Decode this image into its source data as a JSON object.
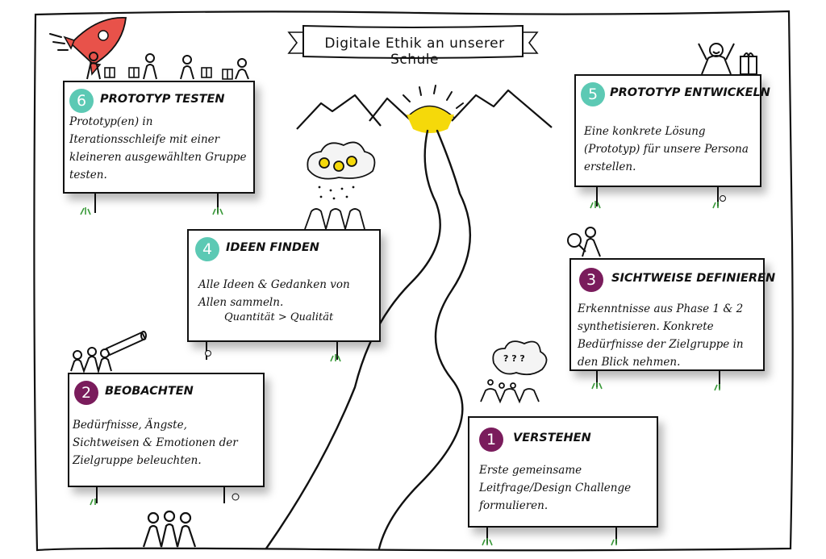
{
  "title": "Digitale Ethik an unserer Schule",
  "colors": {
    "teal": "#5cc9b4",
    "plum": "#7a1c5c",
    "sun": "#f5d90a",
    "rocket": "#e8524a"
  },
  "icons": [
    "rocket-icon",
    "sun-icon",
    "mountains-icon",
    "road-icon",
    "thought-cloud-icon",
    "telescope-icon",
    "magnifier-icon",
    "gift-icon",
    "people-icon",
    "flower-icon"
  ],
  "cloud_question": "? ? ?",
  "boards": [
    {
      "number": "1",
      "heading": "VERSTEHEN",
      "lines": [
        "Erste gemeinsame",
        "Leitfrage/Design Challenge",
        "formulieren."
      ],
      "badge": "plum"
    },
    {
      "number": "2",
      "heading": "BEOBACHTEN",
      "lines": [
        "Bedürfnisse, Ängste,",
        "Sichtweisen & Emotionen der",
        "Zielgruppe beleuchten."
      ],
      "badge": "plum"
    },
    {
      "number": "3",
      "heading": "SICHTWEISE DEFINIEREN",
      "lines": [
        "Erkenntnisse aus Phase 1 & 2",
        "synthetisieren. Konkrete",
        "Bedürfnisse der Zielgruppe in",
        "den Blick nehmen."
      ],
      "badge": "plum"
    },
    {
      "number": "4",
      "heading": "IDEEN FINDEN",
      "lines": [
        "Alle Ideen & Gedanken von",
        "Allen sammeln."
      ],
      "extra": "Quantität > Qualität",
      "badge": "teal"
    },
    {
      "number": "5",
      "heading": "PROTOTYP ENTWICKELN",
      "lines": [
        "Eine konkrete Lösung",
        "(Prototyp) für unsere Persona",
        "erstellen."
      ],
      "badge": "teal"
    },
    {
      "number": "6",
      "heading": "PROTOTYP TESTEN",
      "lines": [
        "Prototyp(en) in",
        "Iterationsschleife mit einer",
        "kleineren ausgewählten Gruppe",
        "testen."
      ],
      "badge": "teal"
    }
  ]
}
